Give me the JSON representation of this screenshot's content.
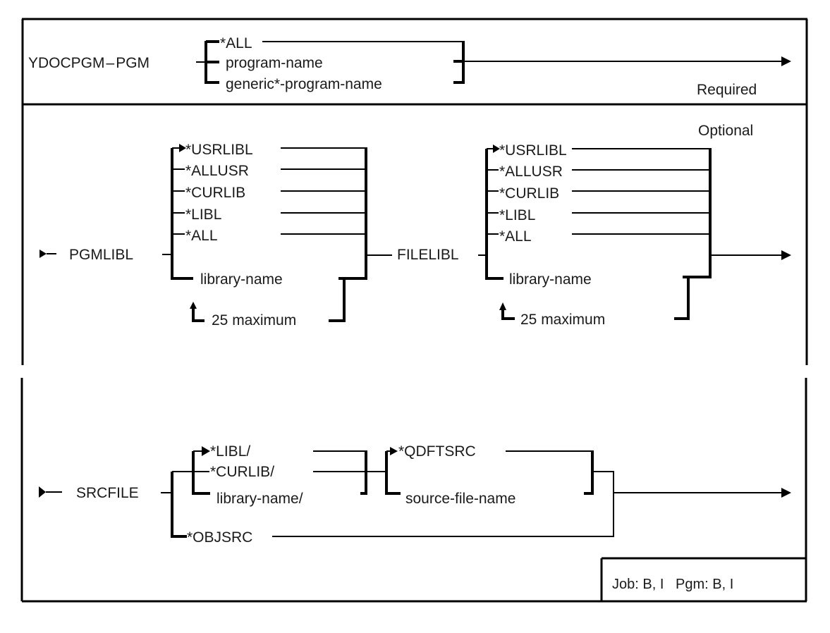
{
  "command": {
    "name": "YDOCPGM",
    "separator": "–",
    "keyword": "PGM"
  },
  "pgm_parameter": {
    "options": [
      "*ALL",
      "program-name",
      "generic*-program-name"
    ],
    "section_label": "Required"
  },
  "optional_section": {
    "section_label": "Optional",
    "pgmlibl": {
      "keyword": "PGMLIBL",
      "options": [
        "*USRLIBL",
        "*ALLUSR",
        "*CURLIB",
        "*LIBL",
        "*ALL"
      ],
      "repeatable_option": "library-name",
      "repeat_note": "25 maximum",
      "default": "*USRLIBL"
    },
    "filelibl": {
      "keyword": "FILELIBL",
      "options": [
        "*USRLIBL",
        "*ALLUSR",
        "*CURLIB",
        "*LIBL",
        "*ALL"
      ],
      "repeatable_option": "library-name",
      "repeat_note": "25 maximum",
      "default": "*USRLIBL"
    },
    "srcfile": {
      "keyword": "SRCFILE",
      "library_options": [
        "*LIBL/",
        "*CURLIB/",
        "library-name/"
      ],
      "file_options": [
        "*QDFTSRC",
        "source-file-name"
      ],
      "alternative": "*OBJSRC",
      "default_library": "*LIBL/",
      "default_file": "*QDFTSRC"
    }
  },
  "footer": {
    "environment": "Job: B, I   Pgm: B, I"
  }
}
